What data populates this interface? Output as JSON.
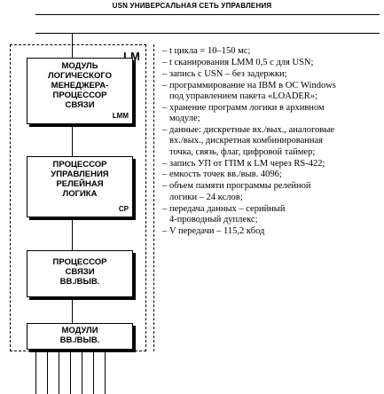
{
  "title": "USN УНИВЕРСАЛЬНАЯ СЕТЬ УПРАВЛЕНИЯ",
  "lm_label": "LM",
  "modules": [
    {
      "name": "МОДУЛЬ\nЛОГИЧЕСКОГО\nМЕНЕДЖЕРА-\nПРОЦЕССОР\nСВЯЗИ",
      "tag": "LMM"
    },
    {
      "name": "ПРОЦЕССОР\nУПРАВЛЕНИЯ\nРЕЛЕЙНАЯ\nЛОГИКА",
      "tag": "CP"
    },
    {
      "name": "ПРОЦЕССОР\nСВЯЗИ\nВВ./ВЫВ.",
      "tag": ""
    },
    {
      "name": "МОДУЛИ\nВВ./ВЫВ.",
      "tag": ""
    }
  ],
  "specs": [
    "t цикла = 10–150 мс;",
    "t сканирования LMM 0,5 с для USN;",
    "запись с USN – без задержки;",
    "программирование на IBM в ОС Windows\nпод управлением пакета «LOADER»;",
    "хранение программ логики в архивном\nмодуле;",
    "данные: дискретные вх./вых., аналоговые\nвх./вых., дискретная комбинированная\nточка, связь, флаг, цифровой таймер;",
    "запись УП от ГПМ к LM через RS-422;",
    "емкость точек вв./выв.  4096;",
    "объем памяти программы релейной\nлогики – 24 кслов;",
    "передача данных – серийный\n4-проводный дуплекс;",
    "V передачи – 115,2 кбод"
  ]
}
